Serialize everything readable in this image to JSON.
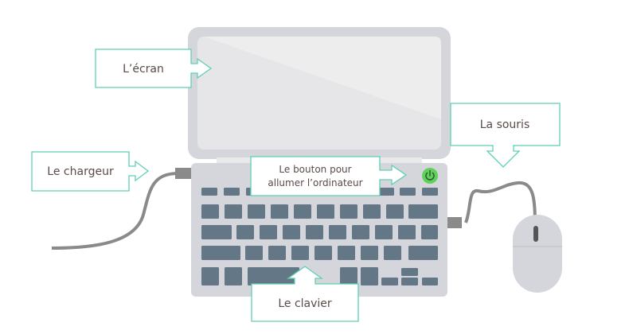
{
  "labels": {
    "screen": "L’écran",
    "charger": "Le chargeur",
    "power_button_line1": "Le bouton pour",
    "power_button_line2": "allumer l’ordinateur",
    "mouse": "La souris",
    "keyboard": "Le clavier"
  },
  "icons": {
    "power": "power-icon"
  },
  "colors": {
    "callout_border": "#5fcfb5",
    "laptop_body": "#d5d6db",
    "screen": "#e6e6e8",
    "keys": "#647787",
    "power_button": "#5dd35a",
    "cable": "#8a8a8a",
    "text": "#5a4a48"
  }
}
